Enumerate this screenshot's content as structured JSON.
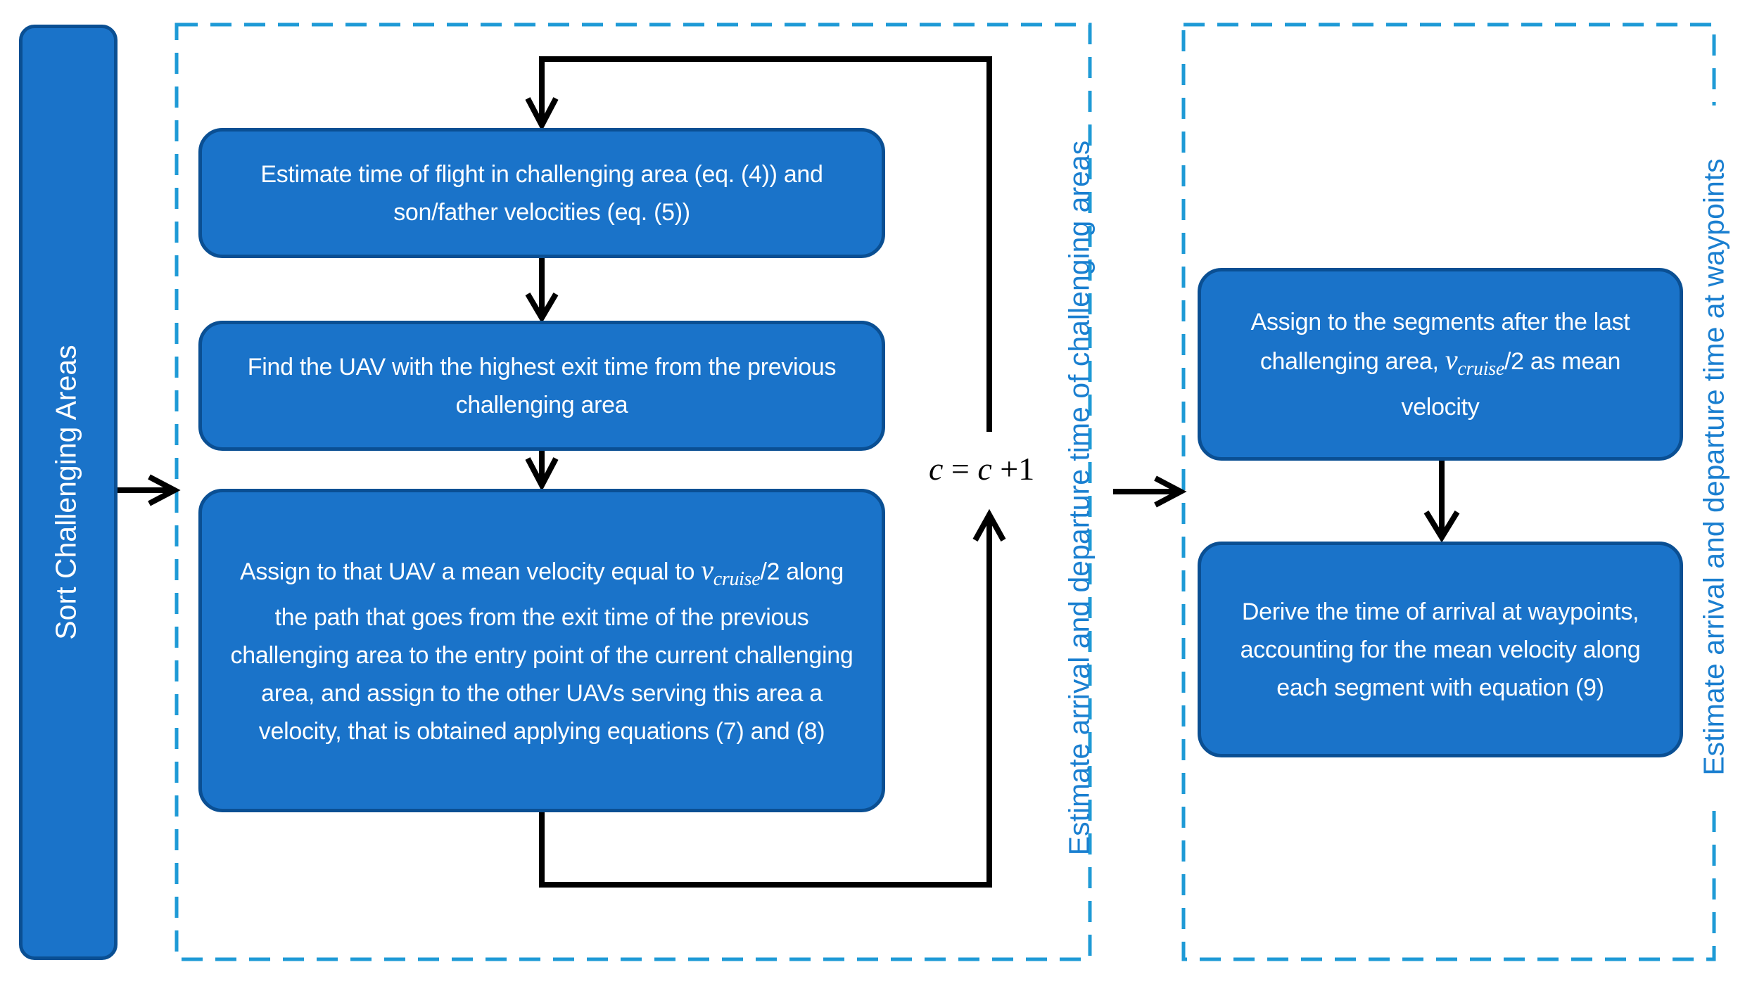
{
  "colors": {
    "box_fill": "#1a73c9",
    "box_border": "#0a4f93",
    "dashed_frame": "#1e9ad6",
    "vertical_label": "#1a7fd0",
    "arrows": "#000000"
  },
  "sort": {
    "label": "Sort Challenging Areas"
  },
  "group1": {
    "label": "Estimate arrival and departure time of challenging areas",
    "box1": {
      "text": "Estimate time of flight in challenging area (eq. (4)) and son/father velocities (eq. (5))"
    },
    "box2": {
      "text": "Find the UAV with the highest exit time from the previous challenging area"
    },
    "box3": {
      "pre": "Assign to that UAV a mean velocity equal to",
      "math_var": "v",
      "math_sub": "cruise",
      "post": "/2 along the path that goes from the exit time of the previous challenging area to the entry point of the current challenging area, and assign to the other UAVs serving this area a velocity, that is obtained applying equations (7) and (8)"
    },
    "loop": {
      "lhs": "c",
      "eq": " = ",
      "rhs": "c",
      "inc": " +1"
    }
  },
  "group2": {
    "label": "Estimate arrival and departure time at waypoints",
    "box4": {
      "pre": "Assign to the segments after the last challenging area,",
      "math_var": "v",
      "math_sub": "cruise",
      "post": "/2 as mean velocity"
    },
    "box5": {
      "text": "Derive the time of arrival at waypoints, accounting for the mean velocity along each segment with equation (9)"
    }
  }
}
